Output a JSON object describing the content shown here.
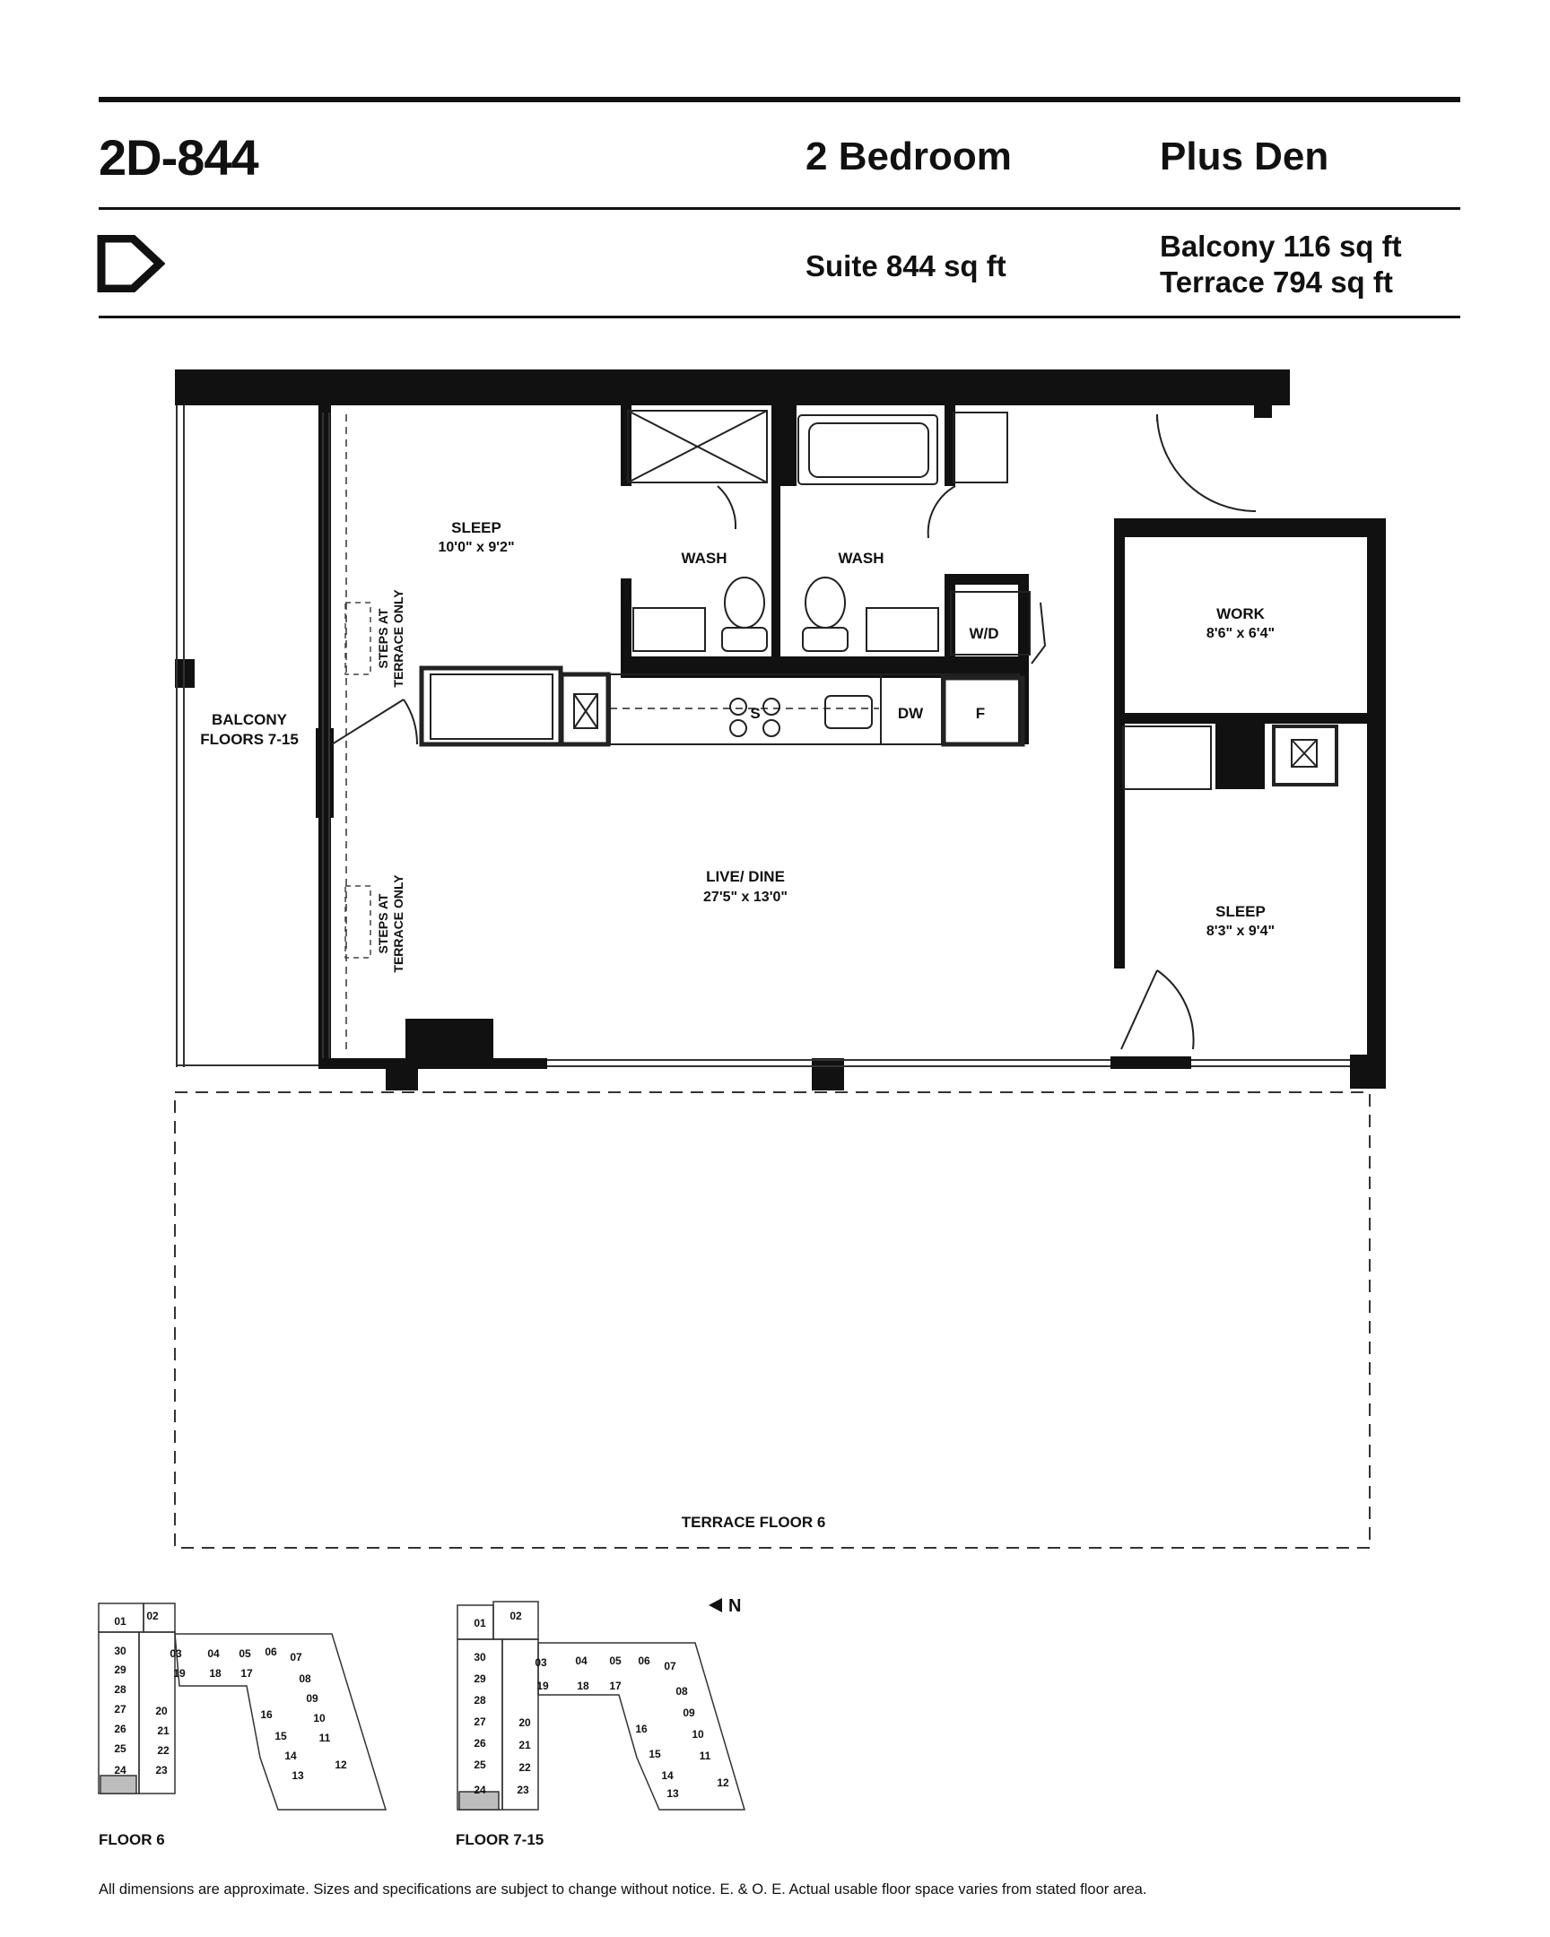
{
  "header": {
    "unit_code": "2D-844",
    "bedrooms": "2 Bedroom",
    "plus": "Plus Den",
    "suite_area": "Suite 844 sq ft",
    "balcony_area": "Balcony 116 sq ft",
    "terrace_area": "Terrace 794 sq ft",
    "logo_icon": "d-logo-icon"
  },
  "rooms": {
    "sleep1_name": "SLEEP",
    "sleep1_dims": "10'0\" x 9'2\"",
    "wash1": "WASH",
    "wash2": "WASH",
    "wd": "W/D",
    "work_name": "WORK",
    "work_dims": "8'6\" x 6'4\"",
    "balcony_line1": "BALCONY",
    "balcony_line2": "FLOORS 7-15",
    "stove": "S",
    "dishwasher": "DW",
    "fridge": "F",
    "steps1_line1": "STEPS AT",
    "steps1_line2": "TERRACE ONLY",
    "steps2_line1": "STEPS AT",
    "steps2_line2": "TERRACE ONLY",
    "live_name": "LIVE/ DINE",
    "live_dims": "27'5\" x 13'0\"",
    "sleep2_name": "SLEEP",
    "sleep2_dims": "8'3\" x 9'4\"",
    "terrace": "TERRACE FLOOR 6"
  },
  "key_plans": {
    "north": "N",
    "floor6_label": "FLOOR 6",
    "floor7_label": "FLOOR 7-15",
    "units": [
      "01",
      "02",
      "30",
      "29",
      "28",
      "27",
      "26",
      "25",
      "24",
      "23",
      "22",
      "21",
      "20",
      "19",
      "18",
      "17",
      "03",
      "04",
      "05",
      "06",
      "07",
      "08",
      "09",
      "10",
      "16",
      "15",
      "14",
      "11",
      "13",
      "12"
    ],
    "highlighted_unit": "24",
    "highlight_color": "#bdbdbd"
  },
  "disclaimer": "All dimensions are approximate. Sizes and specifications are subject to change without notice. E. & O. E. Actual usable floor space varies from stated floor area."
}
